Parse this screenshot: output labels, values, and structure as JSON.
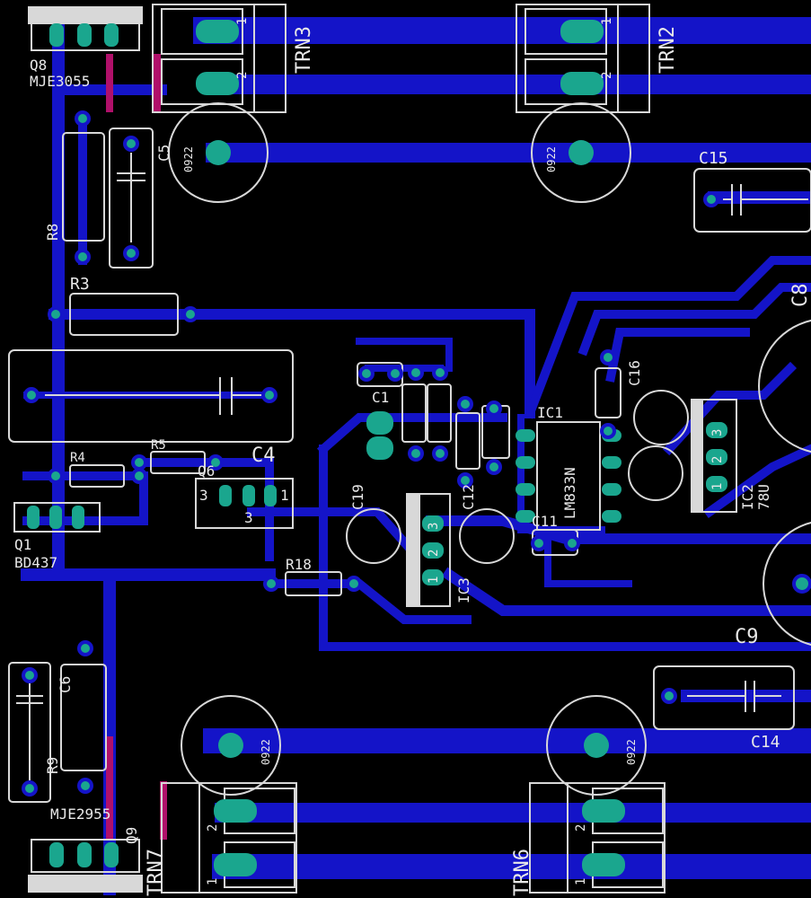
{
  "colors": {
    "background": "#000000",
    "copper": "#1414c8",
    "pad": "#1aa68e",
    "silkscreen": "#d8d8d8",
    "via": "#b0106a"
  },
  "labels": {
    "q8": "Q8",
    "q8_part": "MJE3055",
    "trn3": "TRN3",
    "trn2": "TRN2",
    "c5": "C5",
    "c15": "C15",
    "c8": "C8",
    "r8": "R8",
    "r3": "R3",
    "c4": "C4",
    "c1": "C1",
    "r4": "R4",
    "r5": "R5",
    "q6": "Q6",
    "q1": "Q1",
    "q1_part": "BD437",
    "c19": "C19",
    "c12": "C12",
    "ic1": "IC1",
    "ic1_part": "LM833N",
    "c16": "C16",
    "ic2": "IC2",
    "ic2_part": "78U",
    "c11": "C11",
    "r18": "R18",
    "ic3": "IC3",
    "c9": "C9",
    "c6": "C6",
    "r9": "R9",
    "c14": "C14",
    "q9_part": "MJE2955",
    "q9": "Q9",
    "trn7": "TRN7",
    "trn6": "TRN6",
    "hole": "0922",
    "pin1": "1",
    "pin2": "2",
    "pin3": "3"
  }
}
